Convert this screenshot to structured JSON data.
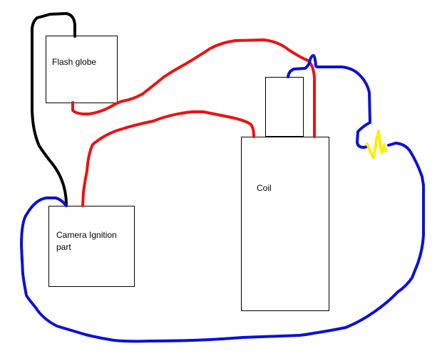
{
  "diagram": {
    "title": "Camera flash coil wiring sketch",
    "components": {
      "flash_globe": {
        "label": "Flash globe"
      },
      "camera_ignition": {
        "label_line1": "Camera Ignition",
        "label_line2": "part"
      },
      "coil": {
        "label": "Coil"
      },
      "coil_cap": {
        "label": ""
      }
    },
    "wires": [
      {
        "id": "black-wire",
        "color": "#000000",
        "from": "Flash globe",
        "to": "Camera Ignition part"
      },
      {
        "id": "red-wire-globe-coil",
        "color": "#ee1111",
        "from": "Flash globe",
        "to": "Coil"
      },
      {
        "id": "red-wire-ignition-coil",
        "color": "#ee1111",
        "from": "Camera Ignition part",
        "to": "Coil"
      },
      {
        "id": "blue-wire-coil-spark",
        "color": "#0a10d8",
        "from": "Coil",
        "to": "Spark gap"
      },
      {
        "id": "blue-wire-spark-ignition",
        "color": "#0a10d8",
        "from": "Spark gap",
        "to": "Camera Ignition part"
      }
    ],
    "spark": {
      "color": "#ffee00"
    }
  }
}
